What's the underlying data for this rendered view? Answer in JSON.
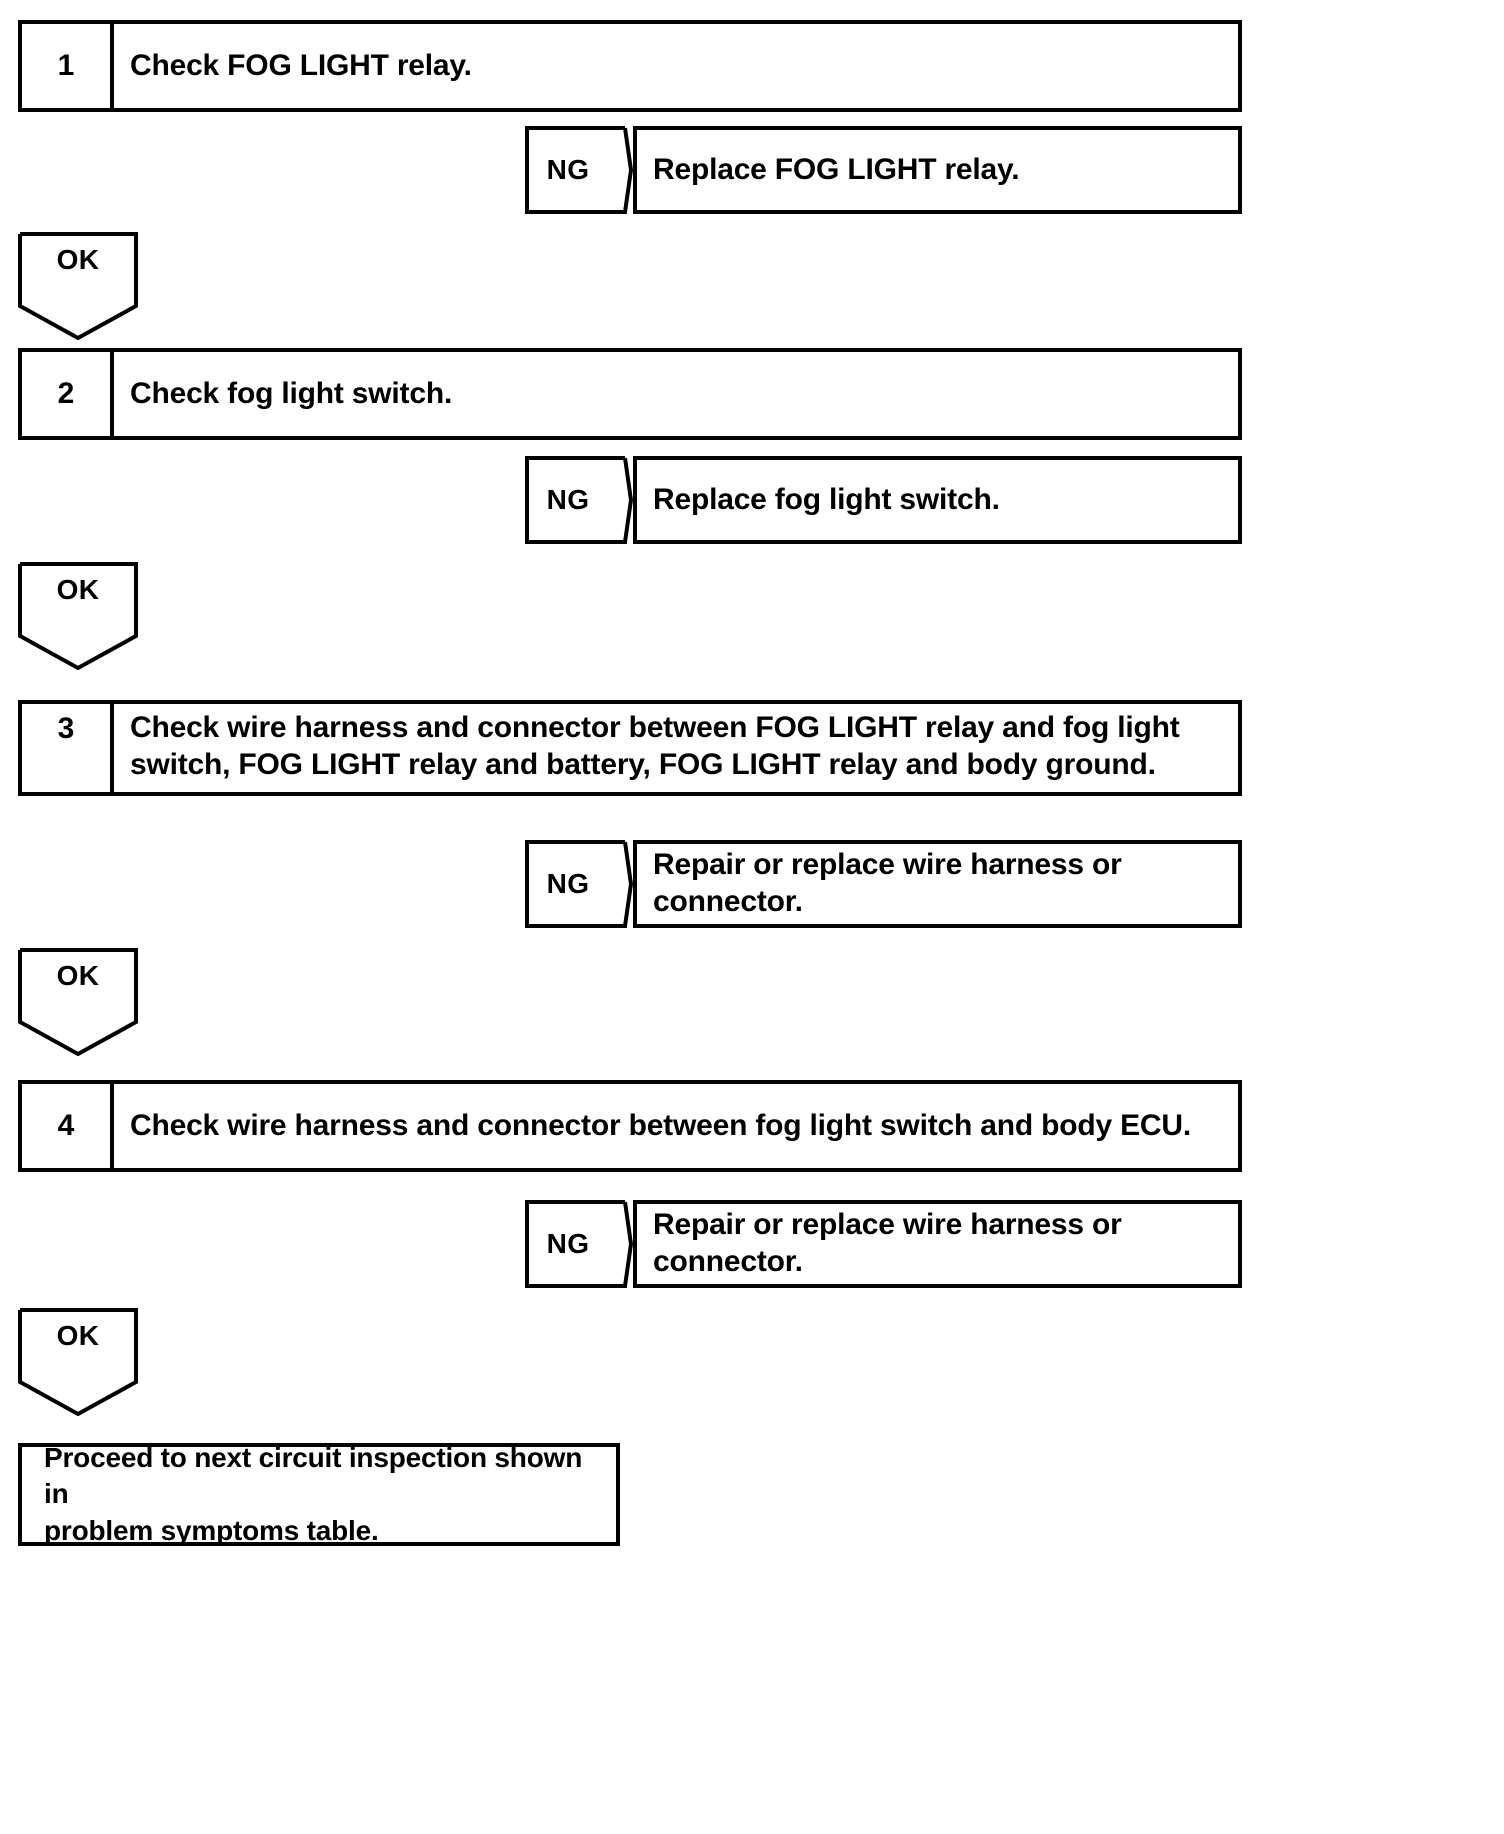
{
  "diagram": {
    "title": "Fog light circuit troubleshooting flowchart",
    "line_color": "#000000",
    "background_color": "#ffffff",
    "branch_label_ng": "NG",
    "branch_label_ok": "OK"
  },
  "steps": [
    {
      "number": "1",
      "text": "Check FOG LIGHT relay.",
      "ng": {
        "label": "NG",
        "result": "Replace FOG LIGHT relay."
      },
      "ok": {
        "label": "OK"
      }
    },
    {
      "number": "2",
      "text": "Check fog light switch.",
      "ng": {
        "label": "NG",
        "result": "Replace fog light switch."
      },
      "ok": {
        "label": "OK"
      }
    },
    {
      "number": "3",
      "text": "Check wire harness and connector between FOG LIGHT relay and fog light\nswitch, FOG LIGHT relay and battery, FOG LIGHT relay and body ground.",
      "ng": {
        "label": "NG",
        "result": "Repair or replace wire harness or connector."
      },
      "ok": {
        "label": "OK"
      }
    },
    {
      "number": "4",
      "text": "Check wire harness and connector between fog light switch and body ECU.",
      "ng": {
        "label": "NG",
        "result": "Repair or replace wire harness or connector."
      },
      "ok": {
        "label": "OK"
      }
    }
  ],
  "final": {
    "text": "Proceed to next circuit inspection shown in\nproblem symptoms table."
  }
}
